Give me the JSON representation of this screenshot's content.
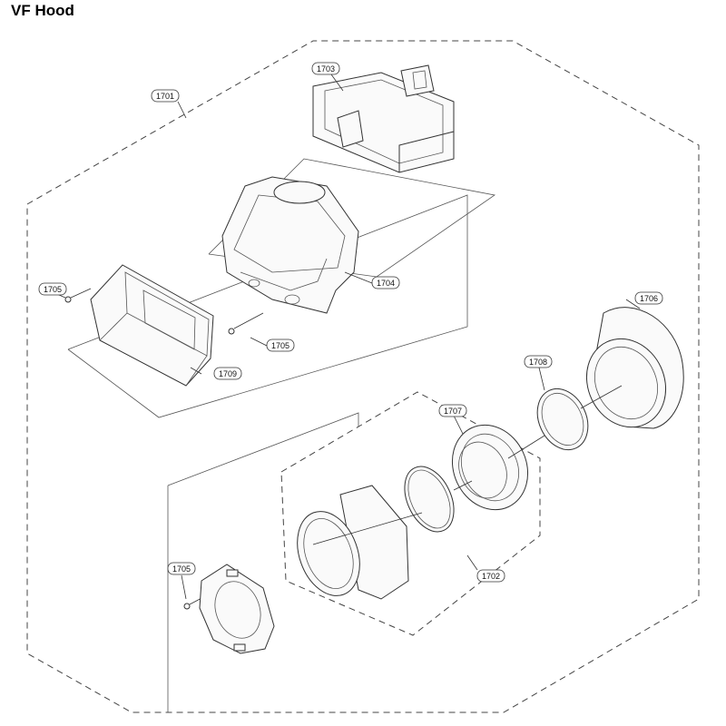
{
  "title": "VF Hood",
  "callouts": {
    "p1701": "1701",
    "p1702": "1702",
    "p1703": "1703",
    "p1704": "1704",
    "p1705a": "1705",
    "p1705b": "1705",
    "p1705c": "1705",
    "p1706": "1706",
    "p1707": "1707",
    "p1708": "1708",
    "p1709": "1709"
  }
}
